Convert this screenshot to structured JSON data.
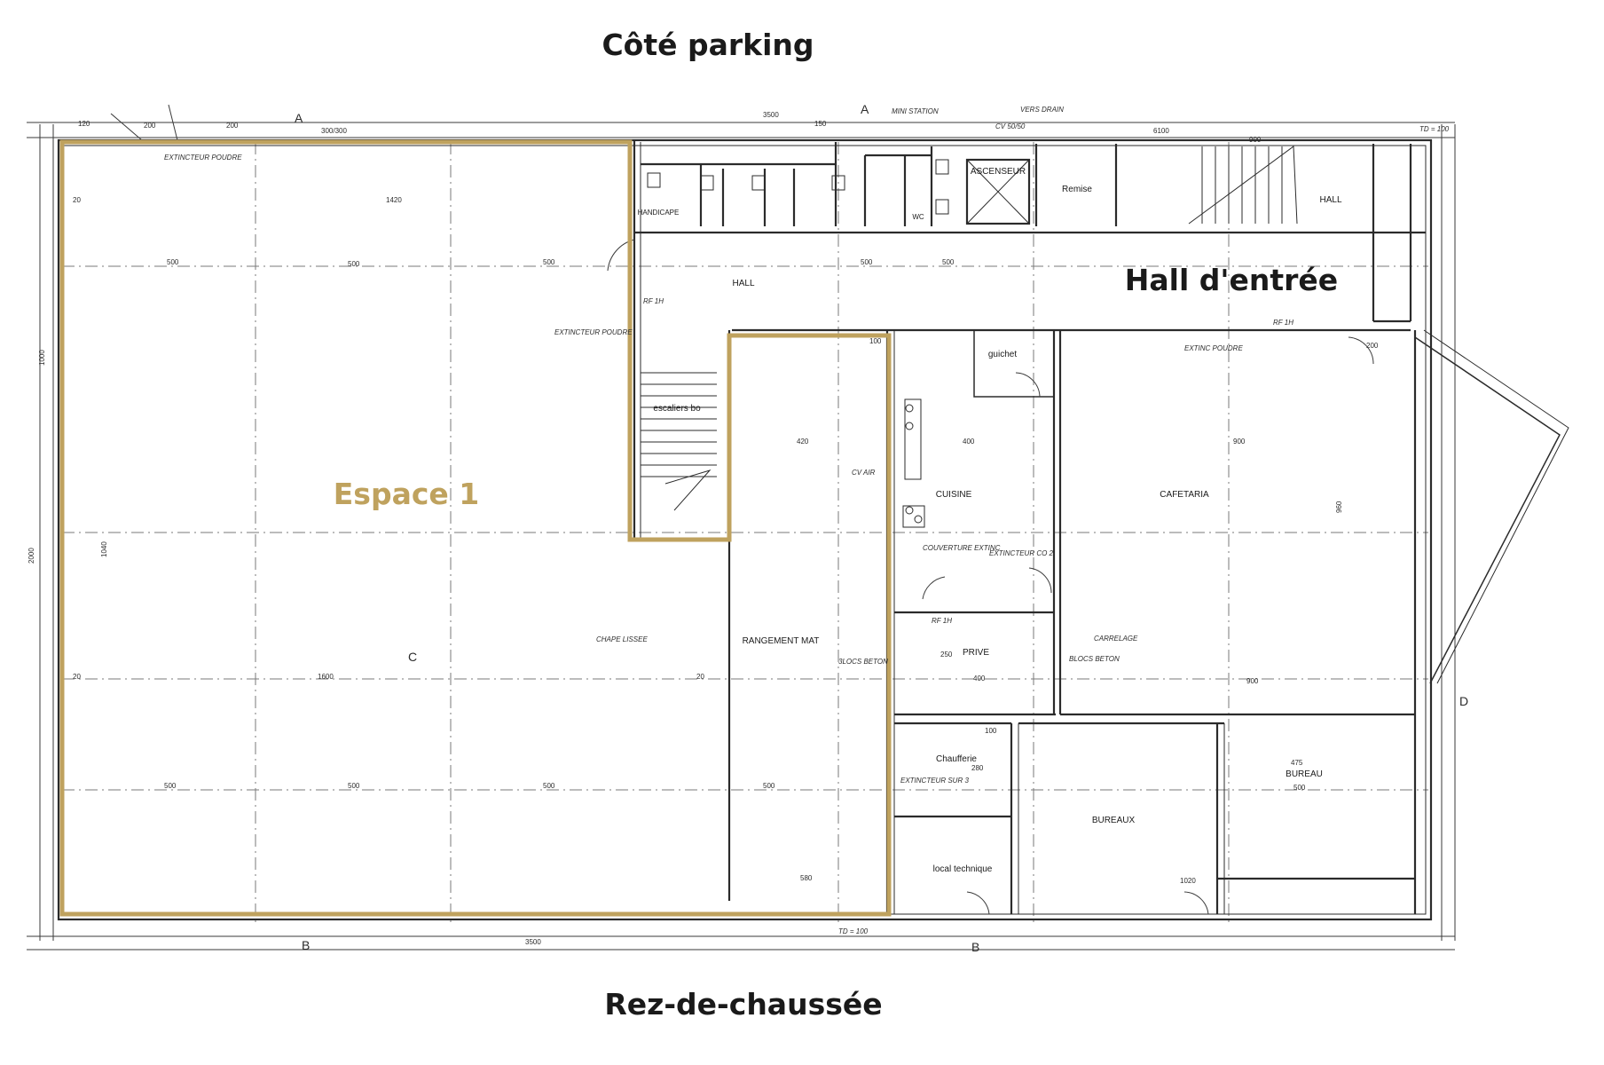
{
  "headings": {
    "top": "Côté parking",
    "bottom": "Rez-de-chaussée",
    "hall": "Hall d'entrée",
    "space": "Espace 1"
  },
  "rooms": {
    "hall_top_left": "HALL",
    "hall_top_right": "HALL",
    "remise": "Remise",
    "ascenseur": "ASCENSEUR",
    "stairs": "escaliers bo",
    "cuisine": "CUISINE",
    "cafetaria": "CAFETARIA",
    "guichet": "guichet",
    "rangement": "RANGEMENT MAT",
    "prive": "PRIVE",
    "chaufferie": "Chaufferie",
    "bureaux": "BUREAUX",
    "bureau": "BUREAU",
    "local": "local technique",
    "handicape": "HANDICAPE",
    "wc": "WC"
  },
  "annotations": {
    "extincteur_1": "EXTINCTEUR POUDRE",
    "extincteur_2": "EXTINCTEUR POUDRE",
    "extincteur_3": "EXTINC POUDRE",
    "extincteur_4": "EXTINCTEUR CO 2",
    "extincteur_5": "EXTINCTEUR SUR 3",
    "couverture": "COUVERTURE EXTINC",
    "chape": "CHAPE LISSEE",
    "carrelage": "CARRELAGE",
    "blocs_beton_1": "BLOCS BETON",
    "blocs_beton_2": "3LOCS BETON",
    "mini_station": "MINI STATION",
    "vers_drain": "VERS DRAIN",
    "cvair": "CV AIR",
    "cv5050": "CV 50/50",
    "rf1h_1": "RF 1H",
    "rf1h_2": "RF 1H",
    "rf1h_3": "RF 1H",
    "td_top": "TD = 100",
    "td_bottom": "TD = 100",
    "section_a1": "A",
    "section_a2": "A",
    "section_b1": "B",
    "section_b2": "B",
    "section_c": "C",
    "section_d": "D"
  },
  "dimensions": {
    "d_120": "120",
    "d_200a": "200",
    "d_200b": "200",
    "d_300": "300/300",
    "d_1420": "1420",
    "d_3500a": "3500",
    "d_150": "150",
    "d_6100": "6100",
    "d_500a": "500",
    "d_500b": "500",
    "d_500c": "500",
    "d_500d": "500",
    "d_500e": "500",
    "d_420": "420",
    "d_400a": "400",
    "d_900a": "900",
    "d_900b": "900",
    "d_1600": "1600",
    "d_400b": "400",
    "d_250": "250",
    "d_280a": "280",
    "d_475": "475",
    "d_500f": "500",
    "d_1020": "1020",
    "d_580": "580",
    "d_500g": "500",
    "d_500h": "500",
    "d_500i": "500",
    "d_500j": "500",
    "d_3500b": "3500",
    "d_1000": "1000",
    "d_2000": "2000",
    "d_1040": "1040",
    "d_960": "960",
    "d_20a": "20",
    "d_20b": "20",
    "d_20c": "20",
    "d_100a": "100",
    "d_100b": "100",
    "d_200c": "200",
    "d_900c": "900"
  },
  "colors": {
    "accent": "#bfa25e",
    "line": "#2b2b2b",
    "grid": "#7a7a7a",
    "text": "#1a1a1a"
  }
}
